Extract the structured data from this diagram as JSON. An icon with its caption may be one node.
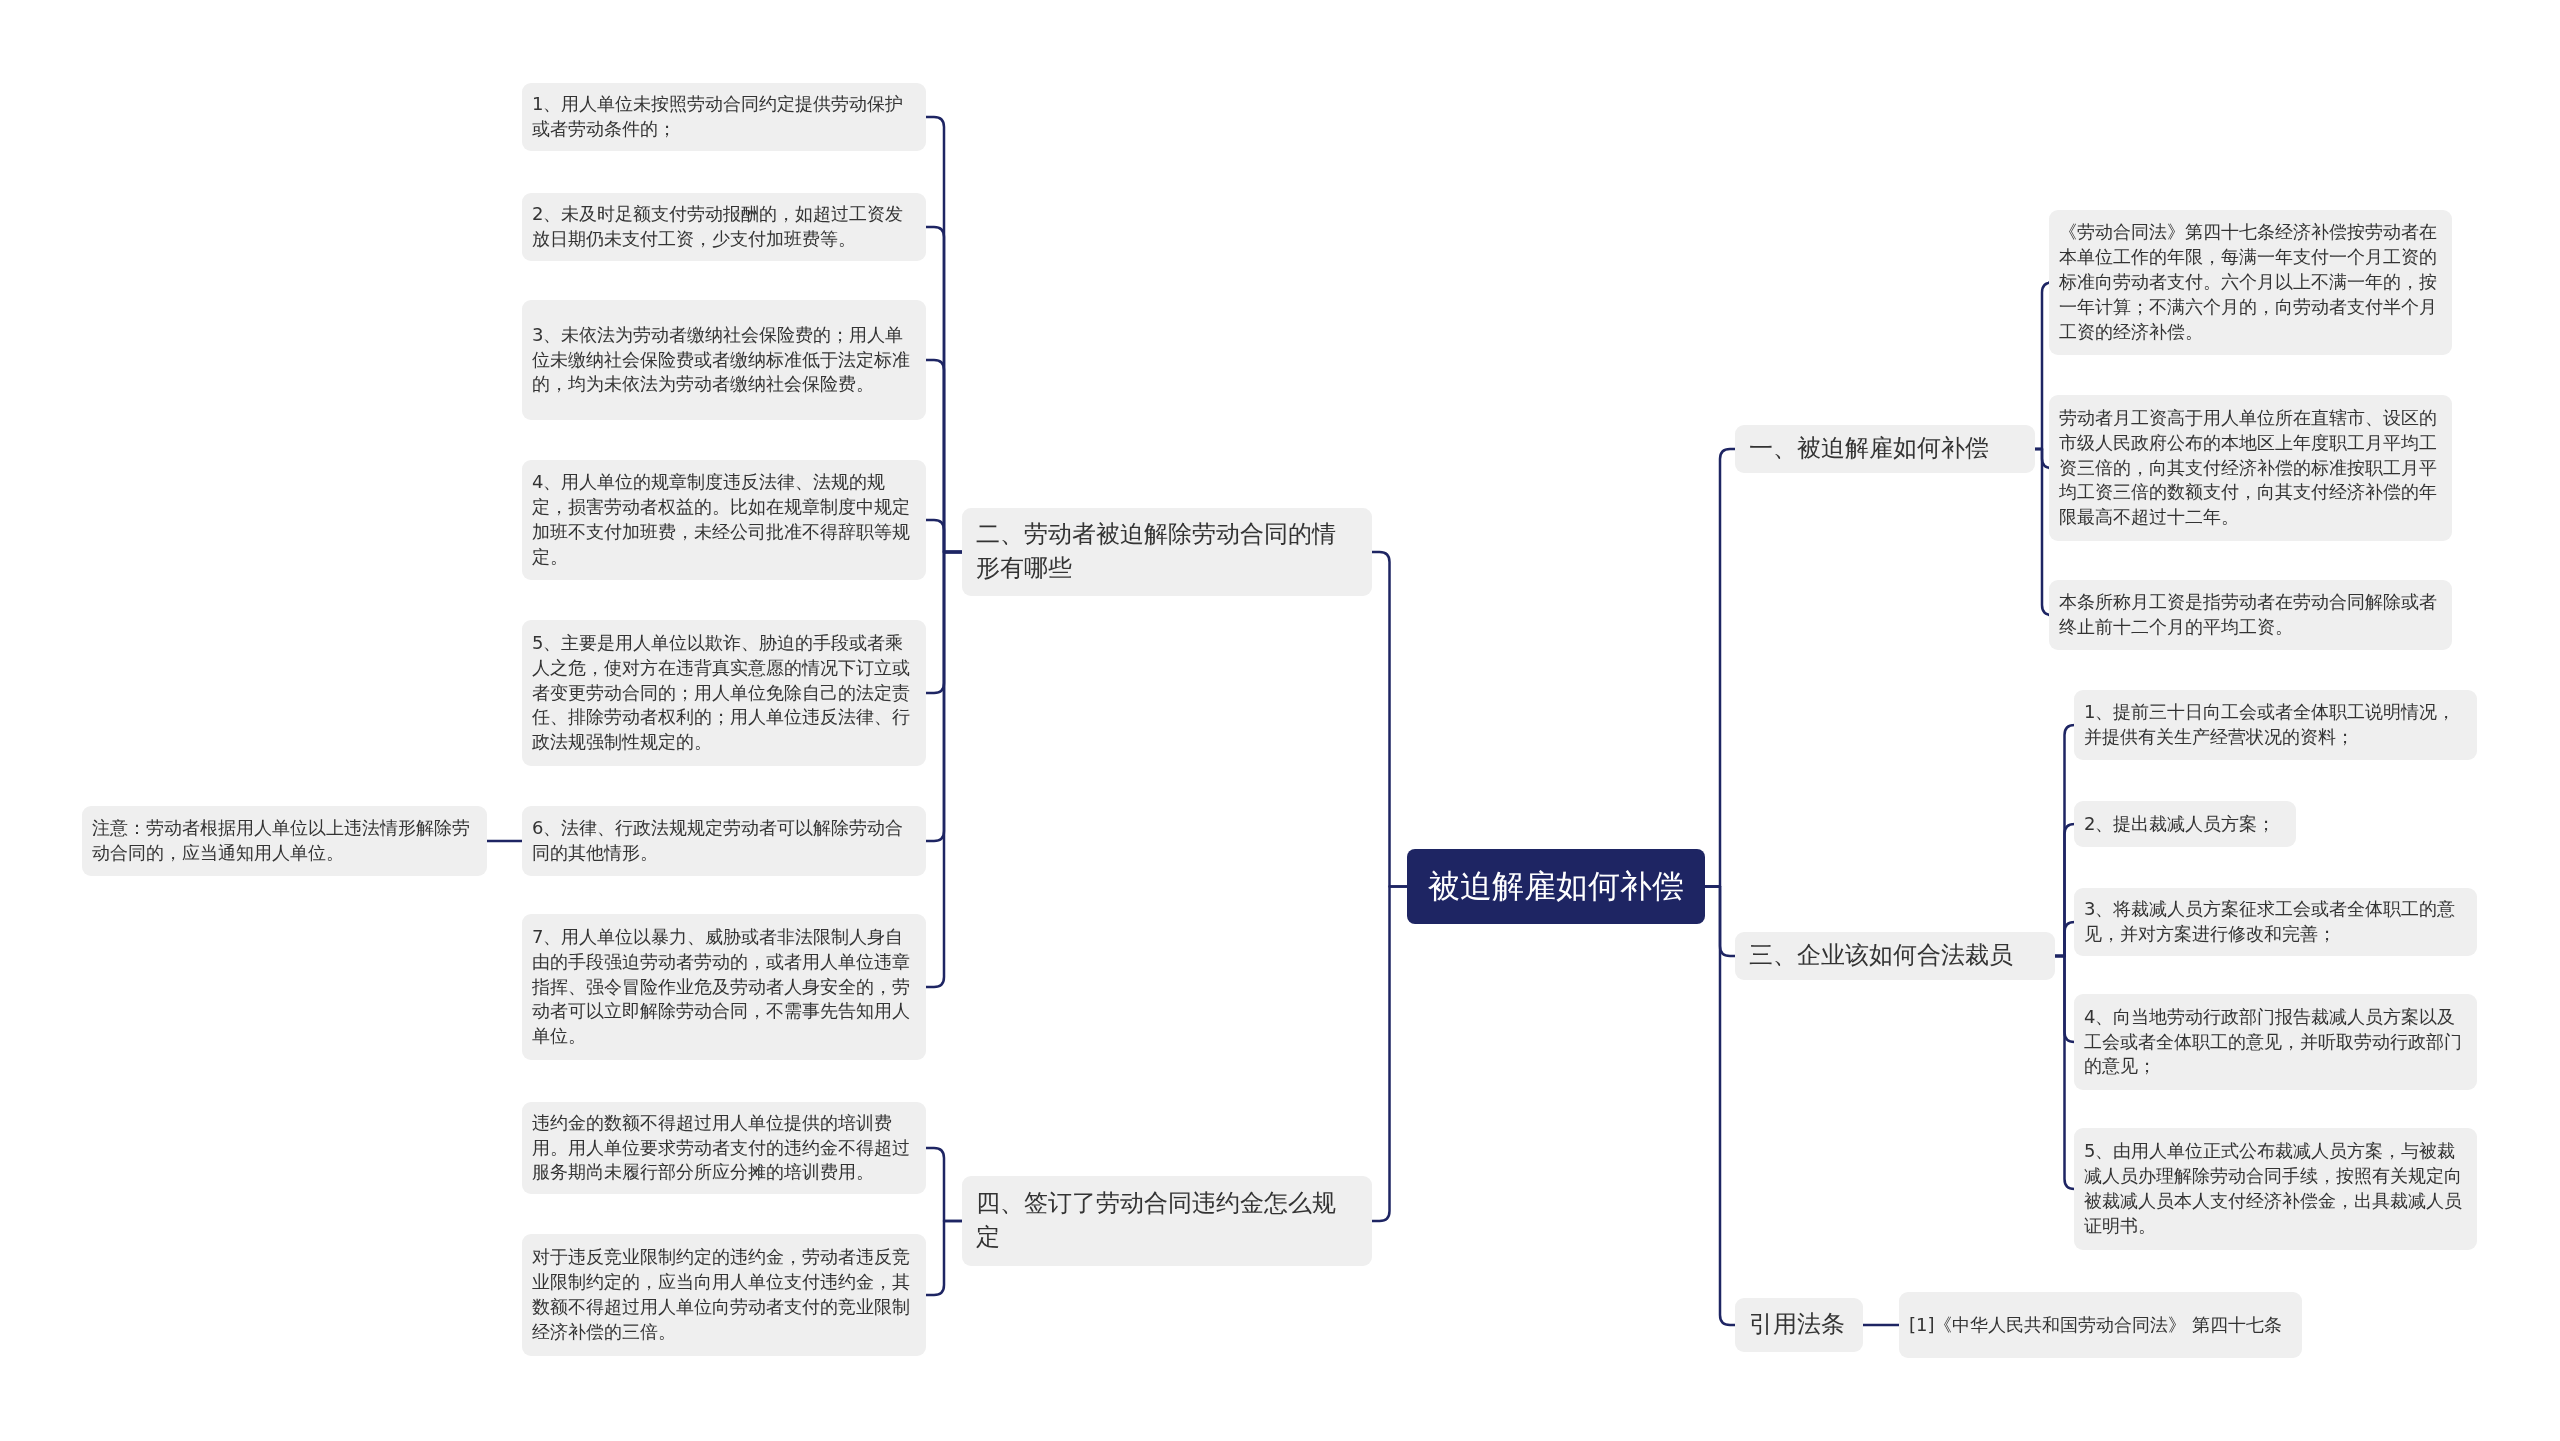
{
  "diagram": {
    "nodes": [
      {
        "text": [
          "被迫解雇如何补偿"
        ]
      },
      {
        "text": [
          "二、劳动者被迫解除劳动合同的情形有哪些"
        ]
      },
      {
        "text": [
          "1、用人单位未按照劳动合同约定提供劳动保护或者劳动条件的；"
        ]
      },
      {
        "text": [
          "2、未及时足额支付劳动报酬的，如超过工资发放日期仍未支付工资，少支付加班费等。"
        ]
      },
      {
        "text": [
          "3、未依法为劳动者缴纳社会保险费的；用人单位未缴纳社会保险费或者缴纳标准低于法定标准的，均为未依法为劳动者缴纳社会保险费。"
        ]
      },
      {
        "text": [
          "4、用人单位的规章制度违反法律、法规的规定，损害劳动者权益的。比如在规章制度中规定加班不支付加班费，未经公司批准不得辞职等规定。"
        ]
      },
      {
        "text": [
          "5、主要是用人单位以欺诈、胁迫的手段或者乘人之危，使对方在违背真实意愿的情况下订立或者变更劳动合同的；用人单位免除自己的法定责任、排除劳动者权利的；用人单位违反法律、行政法规强制性规定的。"
        ]
      },
      {
        "text": [
          "6、法律、行政法规规定劳动者可以解除劳动合同的其他情形。"
        ]
      },
      {
        "text": [
          "7、用人单位以暴力、威胁或者非法限制人身自由的手段强迫劳动者劳动的，或者用人单位违章指挥、强令冒险作业危及劳动者人身安全的，劳动者可以立即解除劳动合同，不需事先告知用人单位。"
        ]
      },
      {
        "text": [
          "注意：劳动者根据用人单位以上违法情形解除劳动合同的，应当通知用人单位。"
        ]
      },
      {
        "text": [
          "四、签订了劳动合同违约金怎么规定"
        ]
      },
      {
        "text": [
          "违约金的数额不得超过用人单位提供的培训费用。用人单位要求劳动者支付的违约金不得超过服务期尚未履行部分所应分摊的培训费用。"
        ]
      },
      {
        "text": [
          "对于违反竞业限制约定的违约金，劳动者违反竞业限制约定的，应当向用人单位支付违约金，其数额不得超过用人单位向劳动者支付的竞业限制经济补偿的三倍。"
        ]
      },
      {
        "text": [
          "一、被迫解雇如何补偿"
        ]
      },
      {
        "text": [
          "《劳动合同法》第四十七条经济补偿按劳动者在本单位工作的年限，每满一年支付一个月工资的标准向劳动者支付。六个月以上不满一年的，按一年计算；不满六个月的，向劳动者支付半个月工资的经济补偿。"
        ]
      },
      {
        "text": [
          "劳动者月工资高于用人单位所在直辖市、设区的市级人民政府公布的本地区上年度职工月平均工资三倍的，向其支付经济补偿的标准按职工月平均工资三倍的数额支付，向其支付经济补偿的年限最高不超过十二年。"
        ]
      },
      {
        "text": [
          "本条所称月工资是指劳动者在劳动合同解除或者终止前十二个月的平均工资。"
        ]
      },
      {
        "text": [
          "三、企业该如何合法裁员"
        ]
      },
      {
        "text": [
          "1、提前三十日向工会或者全体职工说明情况，并提供有关生产经营状况的资料；"
        ]
      },
      {
        "text": [
          "2、提出裁减人员方案；"
        ]
      },
      {
        "text": [
          "3、将裁减人员方案征求工会或者全体职工的意见，并对方案进行修改和完善；"
        ]
      },
      {
        "text": [
          "4、向当地劳动行政部门报告裁减人员方案以及工会或者全体职工的意见，并听取劳动行政部门的意见；"
        ]
      },
      {
        "text": [
          "5、由用人单位正式公布裁减人员方案，与被裁减人员办理解除劳动合同手续，按照有关规定向被裁减人员本人支付经济补偿金，出具裁减人员证明书。"
        ]
      },
      {
        "text": [
          "引用法条"
        ]
      },
      {
        "text": [
          "[1]《中华人民共和国劳动合同法》 第四十七条"
        ]
      }
    ],
    "edges": [
      {
        "from": 0,
        "to": 1,
        "arrow": "none"
      },
      {
        "from": 1,
        "to": 2,
        "arrow": "none"
      },
      {
        "from": 1,
        "to": 3,
        "arrow": "none"
      },
      {
        "from": 1,
        "to": 4,
        "arrow": "none"
      },
      {
        "from": 1,
        "to": 5,
        "arrow": "none"
      },
      {
        "from": 1,
        "to": 6,
        "arrow": "none"
      },
      {
        "from": 1,
        "to": 7,
        "arrow": "none"
      },
      {
        "from": 1,
        "to": 8,
        "arrow": "none"
      },
      {
        "from": 7,
        "to": 9,
        "arrow": "none"
      },
      {
        "from": 0,
        "to": 10,
        "arrow": "none"
      },
      {
        "from": 10,
        "to": 11,
        "arrow": "none"
      },
      {
        "from": 10,
        "to": 12,
        "arrow": "none"
      },
      {
        "from": 0,
        "to": 13,
        "arrow": "none"
      },
      {
        "from": 13,
        "to": 14,
        "arrow": "none"
      },
      {
        "from": 13,
        "to": 15,
        "arrow": "none"
      },
      {
        "from": 13,
        "to": 16,
        "arrow": "none"
      },
      {
        "from": 0,
        "to": 17,
        "arrow": "none"
      },
      {
        "from": 17,
        "to": 18,
        "arrow": "none"
      },
      {
        "from": 17,
        "to": 19,
        "arrow": "none"
      },
      {
        "from": 17,
        "to": 20,
        "arrow": "none"
      },
      {
        "from": 17,
        "to": 21,
        "arrow": "none"
      },
      {
        "from": 17,
        "to": 22,
        "arrow": "none"
      },
      {
        "from": 0,
        "to": 23,
        "arrow": "none"
      },
      {
        "from": 23,
        "to": 24,
        "arrow": "none"
      }
    ]
  }
}
